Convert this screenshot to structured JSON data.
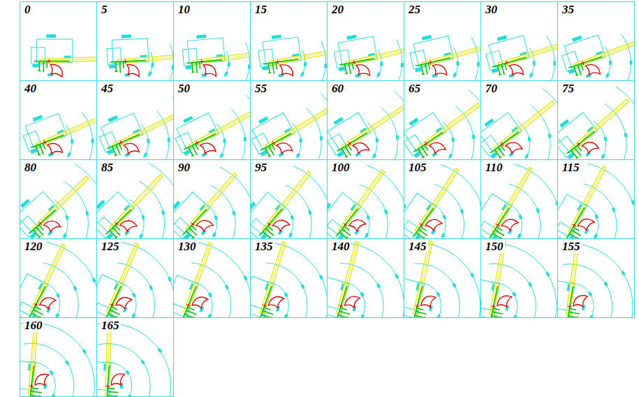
{
  "diagram": {
    "nodes": [
      {
        "text": [
          "0"
        ]
      },
      {
        "text": [
          "5"
        ]
      },
      {
        "text": [
          "10"
        ]
      },
      {
        "text": [
          "15"
        ]
      },
      {
        "text": [
          "20"
        ]
      },
      {
        "text": [
          "25"
        ]
      },
      {
        "text": [
          "30"
        ]
      },
      {
        "text": [
          "35"
        ]
      },
      {
        "text": [
          "40"
        ]
      },
      {
        "text": [
          "45"
        ]
      },
      {
        "text": [
          "50"
        ]
      },
      {
        "text": [
          "55"
        ]
      },
      {
        "text": [
          "60"
        ]
      },
      {
        "text": [
          "65"
        ]
      },
      {
        "text": [
          "70"
        ]
      },
      {
        "text": [
          "75"
        ]
      },
      {
        "text": [
          "80"
        ]
      },
      {
        "text": [
          "85"
        ]
      },
      {
        "text": [
          "90"
        ]
      },
      {
        "text": [
          "95"
        ]
      },
      {
        "text": [
          "100"
        ]
      },
      {
        "text": [
          "105"
        ]
      },
      {
        "text": [
          "110"
        ]
      },
      {
        "text": [
          "115"
        ]
      },
      {
        "text": [
          "120"
        ]
      },
      {
        "text": [
          "125"
        ]
      },
      {
        "text": [
          "130"
        ]
      },
      {
        "text": [
          "135"
        ]
      },
      {
        "text": [
          "140"
        ]
      },
      {
        "text": [
          "145"
        ]
      },
      {
        "text": [
          "150"
        ]
      },
      {
        "text": [
          "155"
        ]
      },
      {
        "text": [
          "160"
        ]
      },
      {
        "text": [
          "165"
        ]
      }
    ]
  }
}
